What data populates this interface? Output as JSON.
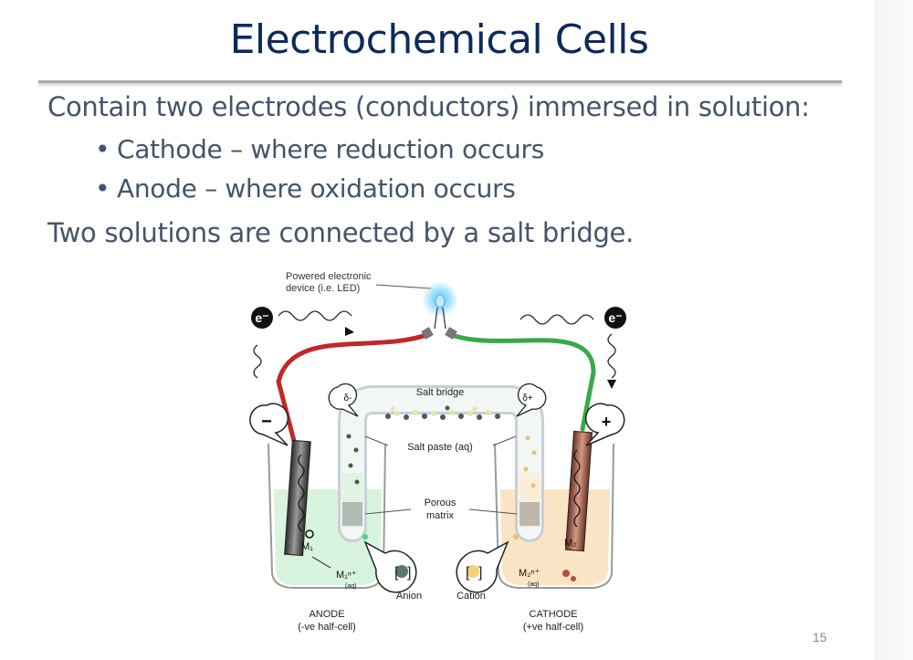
{
  "slide": {
    "title": "Electrochemical Cells",
    "intro": "Contain two electrodes (conductors) immersed in solution:",
    "bullets": [
      "Cathode – where reduction occurs",
      "Anode – where oxidation occurs"
    ],
    "closing": "Two solutions are connected by a salt bridge.",
    "page_number": "15"
  },
  "diagram": {
    "device_label_line1": "Powered electronic",
    "device_label_line2": "device (i.e. LED)",
    "electron_symbol": "e⁻",
    "salt_bridge_label": "Salt bridge",
    "salt_paste_label": "Salt paste (aq)",
    "porous_label_line1": "Porous",
    "porous_label_line2": "matrix",
    "delta_minus": "δ-",
    "delta_plus": "δ+",
    "minus_sign": "−",
    "plus_sign": "+",
    "m1_label": "M₁",
    "m2_label": "M₂",
    "m1_ion": "M₁ⁿ⁺",
    "m2_ion": "M₂ⁿ⁺",
    "aq": "(aq)",
    "anion_label": "Anion",
    "cation_label": "Cation",
    "anode_label_line1": "ANODE",
    "anode_label_line2": "(-ve half-cell)",
    "cathode_label_line1": "CATHODE",
    "cathode_label_line2": "(+ve half-cell)",
    "colors": {
      "anode_wire": "#c0282a",
      "cathode_wire": "#3aa84a",
      "led_glow": "#4fc3f7",
      "anode_solution": "#d6f2dc",
      "cathode_solution": "#fbe3c2",
      "anode_metal": "#3a3a3a",
      "cathode_metal": "#8a4a3a"
    }
  }
}
